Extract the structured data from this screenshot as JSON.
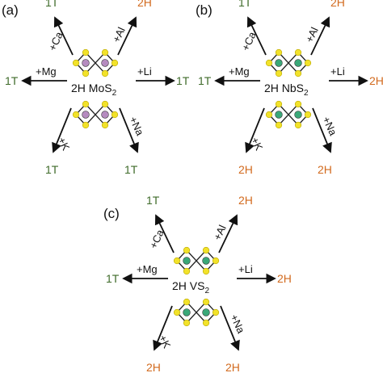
{
  "colors": {
    "phase_1T": "#3f6b2a",
    "phase_2H": "#d26a1e",
    "sulfur": "#f2e22a",
    "metal_Mo": "#b58bbf",
    "metal_Nb": "#3aa878",
    "metal_V": "#3aa878",
    "arrow": "#111111"
  },
  "panels": [
    {
      "label": "(a)",
      "formula_prefix": "2H MoS",
      "formula_sub": "2",
      "metal_color_key": "metal_Mo",
      "reactions": {
        "Ca": {
          "reagent": "+Ca",
          "product": "1T"
        },
        "Al": {
          "reagent": "+Al",
          "product": "2H"
        },
        "Mg": {
          "reagent": "+Mg",
          "product": "1T"
        },
        "Li": {
          "reagent": "+Li",
          "product": "1T"
        },
        "K": {
          "reagent": "+K",
          "product": "1T"
        },
        "Na": {
          "reagent": "+Na",
          "product": "1T"
        }
      }
    },
    {
      "label": "(b)",
      "formula_prefix": "2H NbS",
      "formula_sub": "2",
      "metal_color_key": "metal_Nb",
      "reactions": {
        "Ca": {
          "reagent": "+Ca",
          "product": "1T"
        },
        "Al": {
          "reagent": "+Al",
          "product": "2H"
        },
        "Mg": {
          "reagent": "+Mg",
          "product": "1T"
        },
        "Li": {
          "reagent": "+Li",
          "product": "2H"
        },
        "K": {
          "reagent": "+K",
          "product": "2H"
        },
        "Na": {
          "reagent": "+Na",
          "product": "2H"
        }
      }
    },
    {
      "label": "(c)",
      "formula_prefix": "2H VS",
      "formula_sub": "2",
      "metal_color_key": "metal_V",
      "reactions": {
        "Ca": {
          "reagent": "+Ca",
          "product": "1T"
        },
        "Al": {
          "reagent": "+Al",
          "product": "2H"
        },
        "Mg": {
          "reagent": "+Mg",
          "product": "1T"
        },
        "Li": {
          "reagent": "+Li",
          "product": "2H"
        },
        "K": {
          "reagent": "+K",
          "product": "2H"
        },
        "Na": {
          "reagent": "+Na",
          "product": "2H"
        }
      }
    }
  ]
}
